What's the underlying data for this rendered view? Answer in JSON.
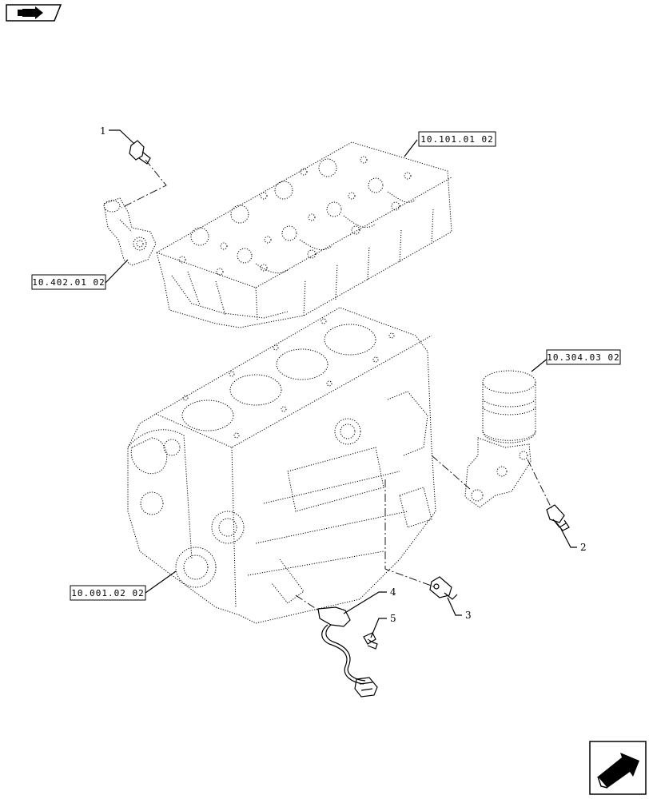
{
  "references": {
    "cylinder_head": "10.101.01 02",
    "thermostat_housing": "10.402.01 02",
    "oil_filter": "10.304.03 02",
    "engine_block": "10.001.02 02"
  },
  "callouts": {
    "item1": "1",
    "item2": "2",
    "item3": "3",
    "item4": "4",
    "item5": "5"
  },
  "icons": {
    "top_left": "page-back-icon",
    "bottom_right": "next-page-arrow-icon"
  }
}
